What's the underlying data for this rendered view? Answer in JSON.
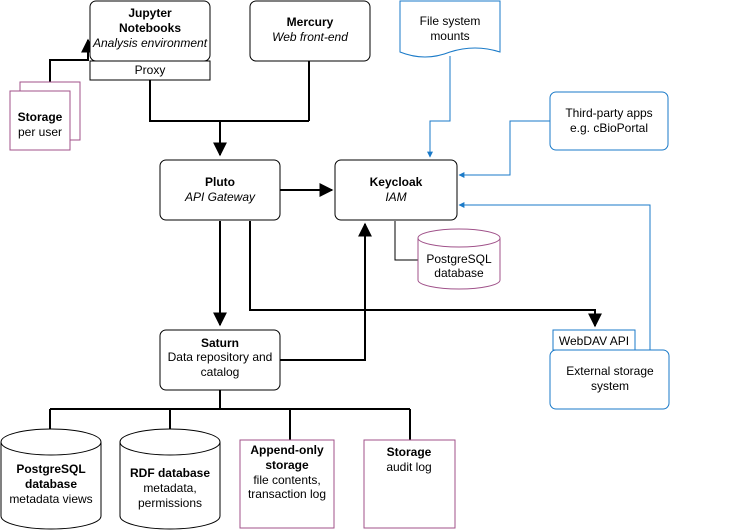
{
  "colors": {
    "black": "#000000",
    "blue": "#1a7ac8",
    "purple": "#a0528a",
    "background": "#ffffff"
  },
  "nodes": {
    "jupyter": {
      "title_line1": "Jupyter",
      "title_line2": "Notebooks",
      "subtitle": "Analysis environment",
      "proxy_label": "Proxy"
    },
    "mercury": {
      "title": "Mercury",
      "subtitle": "Web front-end"
    },
    "file_system_mounts": {
      "line1": "File system",
      "line2": "mounts"
    },
    "storage_per_user": {
      "title": "Storage",
      "subtitle": "per user"
    },
    "third_party_apps": {
      "line1": "Third-party apps",
      "line2": "e.g. cBioPortal"
    },
    "pluto": {
      "title": "Pluto",
      "subtitle": "API Gateway"
    },
    "keycloak": {
      "title": "Keycloak",
      "subtitle": "IAM"
    },
    "postgresql_iam": {
      "line1": "PostgreSQL",
      "line2": "database"
    },
    "saturn": {
      "title": "Saturn",
      "line1": "Data repository and",
      "line2": "catalog"
    },
    "webdav": {
      "label": "WebDAV API"
    },
    "external_storage": {
      "line1": "External storage",
      "line2": "system"
    },
    "postgresql_views": {
      "title_line1": "PostgreSQL",
      "title_line2": "database",
      "subtitle": "metadata views"
    },
    "rdf_database": {
      "title": "RDF database",
      "line1": "metadata,",
      "line2": "permissions"
    },
    "append_only_storage": {
      "title_line1": "Append-only",
      "title_line2": "storage",
      "line1": "file contents,",
      "line2": "transaction log"
    },
    "storage_audit": {
      "title": "Storage",
      "subtitle": "audit log"
    }
  }
}
